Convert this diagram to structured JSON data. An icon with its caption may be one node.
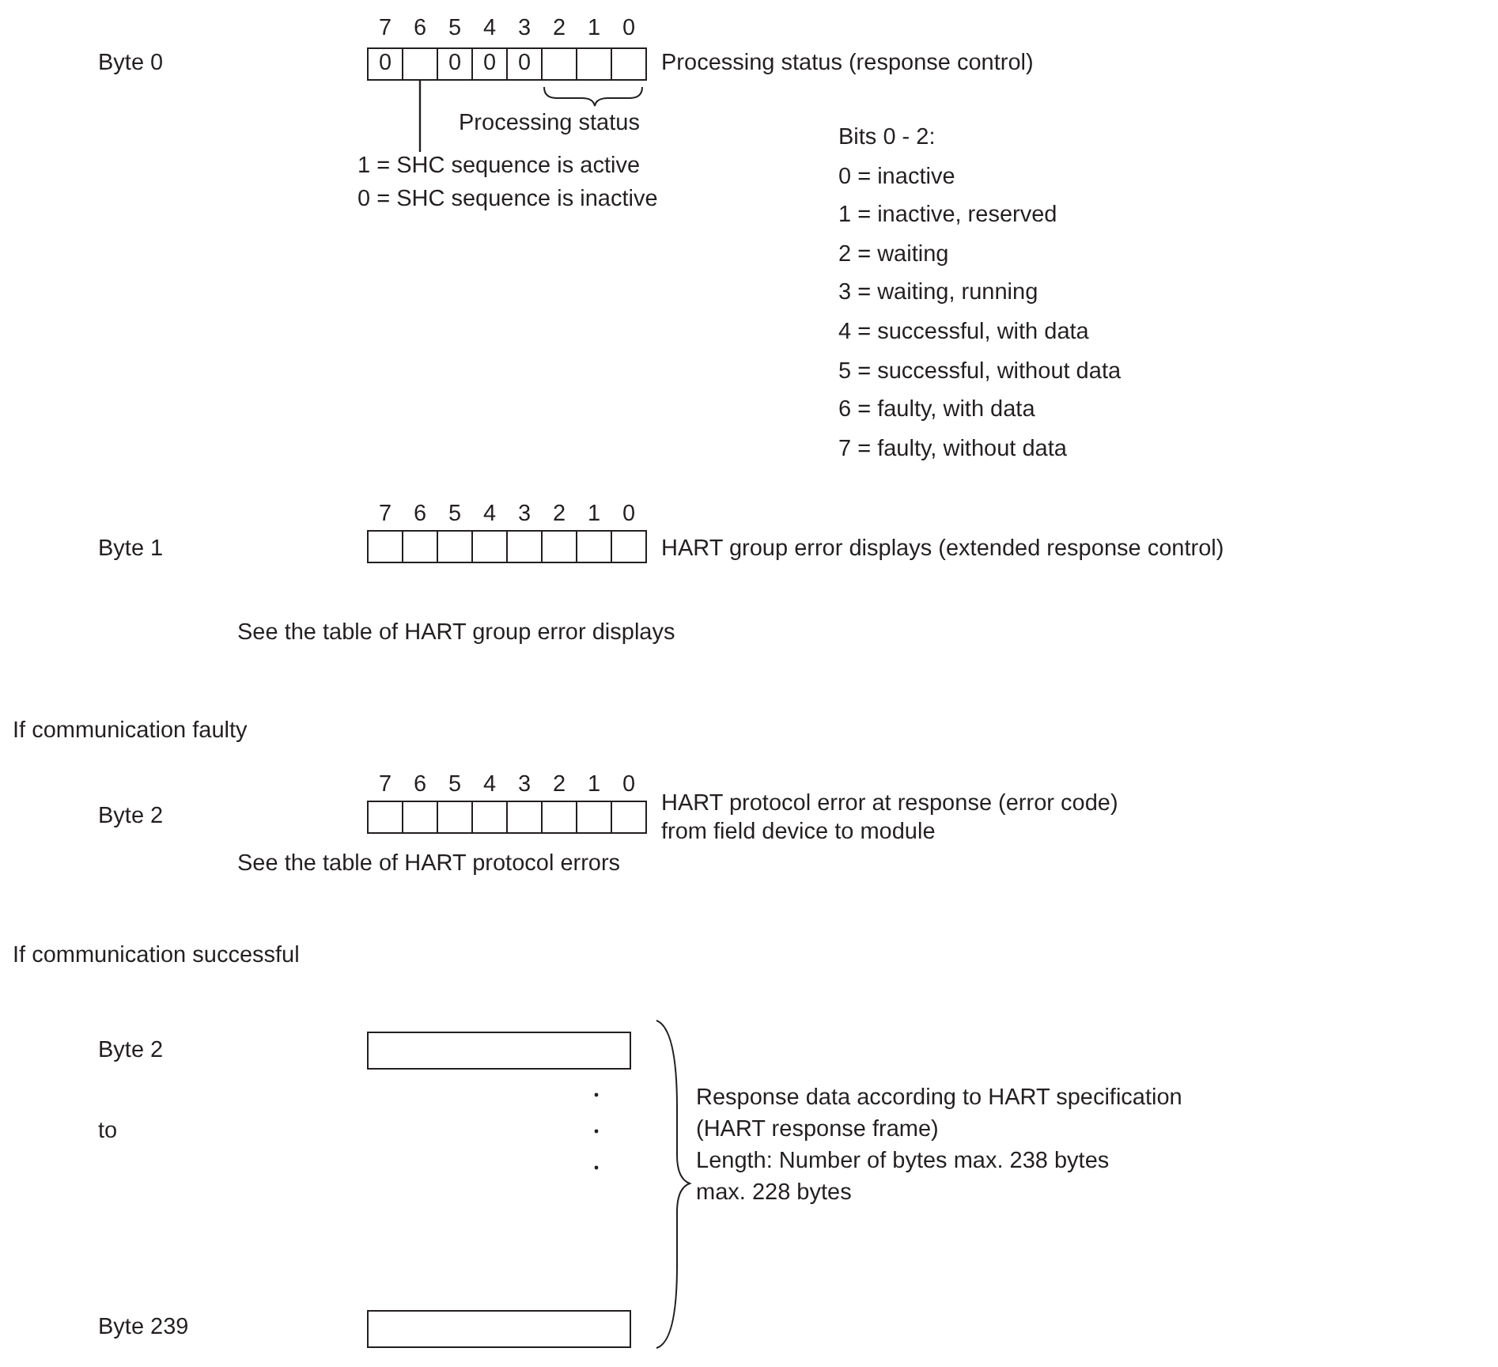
{
  "diagram": {
    "nodes": [
      {
        "text": [
          "0"
        ]
      },
      {
        "text": [],
        "shape": "box"
      },
      {
        "text": [
          "0"
        ]
      },
      {
        "text": [
          "0"
        ]
      },
      {
        "text": [
          "0"
        ]
      },
      {
        "text": [],
        "shape": "box"
      },
      {
        "text": [],
        "shape": "box"
      },
      {
        "text": [],
        "shape": "box"
      },
      {
        "text": [
          "1 = SHC sequence is active",
          "0 = SHC sequence is inactive"
        ]
      },
      {
        "text": [],
        "shape": "box"
      },
      {
        "text": [],
        "shape": "box"
      },
      {
        "text": [],
        "shape": "box"
      },
      {
        "text": [],
        "shape": "box"
      },
      {
        "text": [],
        "shape": "box"
      },
      {
        "text": [],
        "shape": "box"
      },
      {
        "text": [],
        "shape": "box"
      },
      {
        "text": [],
        "shape": "box"
      },
      {
        "text": [],
        "shape": "box"
      },
      {
        "text": [],
        "shape": "box"
      },
      {
        "text": [],
        "shape": "box"
      },
      {
        "text": [],
        "shape": "box"
      },
      {
        "text": [],
        "shape": "box"
      },
      {
        "text": [],
        "shape": "box"
      },
      {
        "text": [],
        "shape": "box"
      },
      {
        "text": [],
        "shape": "box"
      },
      {
        "text": [],
        "shape": "bar"
      },
      {
        "text": [],
        "shape": "bar"
      }
    ],
    "edges": [
      {
        "from": 8,
        "to": 1,
        "arrow": "none"
      }
    ],
    "labels": [
      "7",
      "6",
      "5",
      "4",
      "3",
      "2",
      "1",
      "0",
      "Byte 0",
      "Processing status (response control)",
      "Processing status",
      "Bits 0 - 2:",
      "0 = inactive",
      "1 = inactive, reserved",
      "2 = waiting",
      "3 = waiting, running",
      "4 = successful, with data",
      "5 = successful, without data",
      "6 = faulty, with data",
      "7 = faulty, without data",
      "7",
      "6",
      "5",
      "4",
      "3",
      "2",
      "1",
      "0",
      "Byte 1",
      "HART group error displays (extended response control)",
      "See the table of HART group error displays",
      "If communication faulty",
      "7",
      "6",
      "5",
      "4",
      "3",
      "2",
      "1",
      "0",
      "Byte 2",
      "HART protocol error at response (error code) from field device to module",
      "See the table of HART protocol errors",
      "If communication successful",
      "Byte 2",
      "to",
      "Byte 239",
      "Response data according to HART specification",
      "(HART response frame)",
      "Length: Number of bytes max. 238 bytes",
      "max. 228 bytes"
    ]
  }
}
